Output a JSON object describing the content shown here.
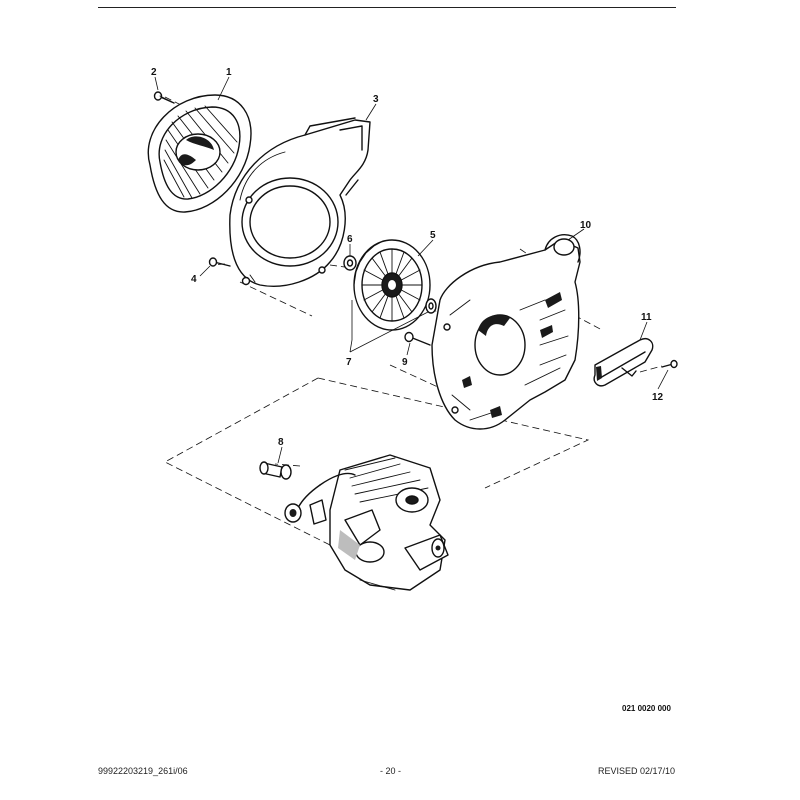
{
  "callouts": {
    "c1": "1",
    "c2": "2",
    "c3": "3",
    "c4": "4",
    "c5": "5",
    "c6": "6",
    "c7": "7",
    "c8": "8",
    "c9": "9",
    "c10": "10",
    "c11": "11",
    "c12": "12"
  },
  "figure_code": "021 0020 000",
  "footer": {
    "left": "99922203219_261i/06",
    "center": "- 20 -",
    "right": "REVISED 02/17/10"
  }
}
